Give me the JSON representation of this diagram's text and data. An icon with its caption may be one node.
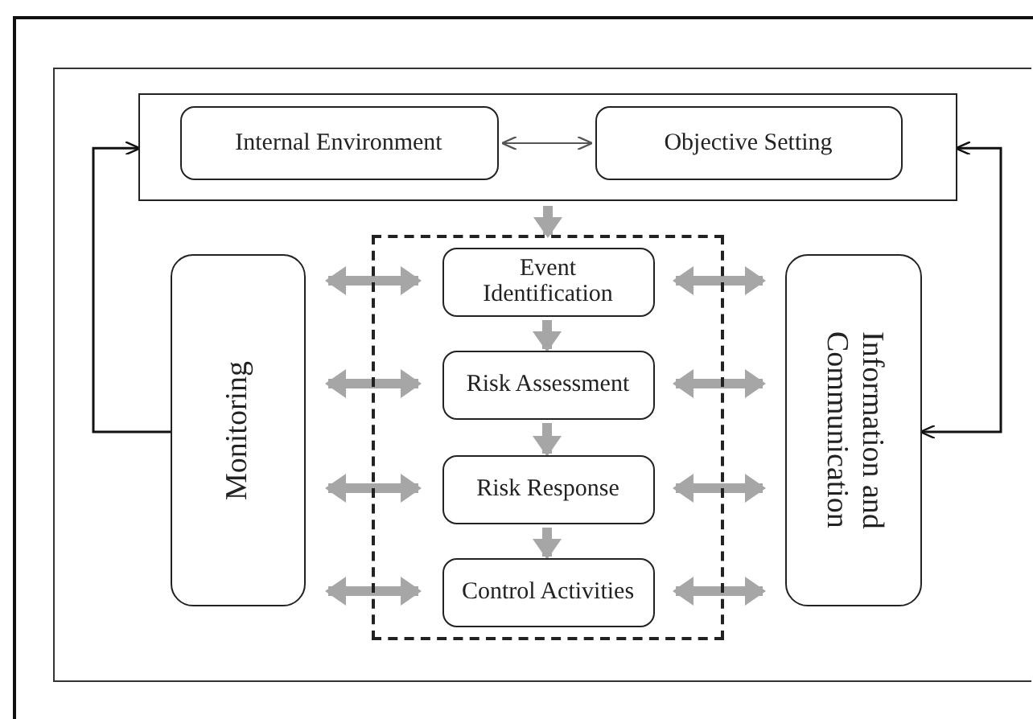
{
  "diagram": {
    "nodes": [
      {
        "text": [],
        "shape": "box"
      },
      {
        "text": [
          "Internal Environment"
        ],
        "in": 0
      },
      {
        "text": [
          "Objective Setting"
        ],
        "in": 0
      },
      {
        "text": [],
        "shape": "box"
      },
      {
        "text": [
          "Event Identification"
        ],
        "in": 3
      },
      {
        "text": [
          "Risk Assessment"
        ],
        "in": 3
      },
      {
        "text": [
          "Risk Response"
        ],
        "in": 3
      },
      {
        "text": [
          "Control Activities"
        ],
        "in": 3
      },
      {
        "text": [
          "Monitoring"
        ]
      },
      {
        "text": [
          "Information and Communication"
        ]
      }
    ],
    "edges": [
      {
        "from": 1,
        "to": 2,
        "arrow": "both",
        "color": "#555555"
      },
      {
        "from": 0,
        "to": 3,
        "arrow": "to"
      },
      {
        "from": 4,
        "to": 5,
        "arrow": "to"
      },
      {
        "from": 5,
        "to": 6,
        "arrow": "to"
      },
      {
        "from": 6,
        "to": 7,
        "arrow": "to"
      },
      {
        "from": 8,
        "to": 4,
        "arrow": "both"
      },
      {
        "from": 8,
        "to": 5,
        "arrow": "both"
      },
      {
        "from": 8,
        "to": 6,
        "arrow": "both"
      },
      {
        "from": 8,
        "to": 7,
        "arrow": "both"
      },
      {
        "from": 4,
        "to": 9,
        "arrow": "both"
      },
      {
        "from": 5,
        "to": 9,
        "arrow": "both"
      },
      {
        "from": 6,
        "to": 9,
        "arrow": "both"
      },
      {
        "from": 7,
        "to": 9,
        "arrow": "both"
      },
      {
        "from": 8,
        "to": 0,
        "arrow": "to",
        "color": "#111111"
      },
      {
        "from": 9,
        "to": 0,
        "arrow": "both",
        "color": "#111111"
      }
    ]
  }
}
